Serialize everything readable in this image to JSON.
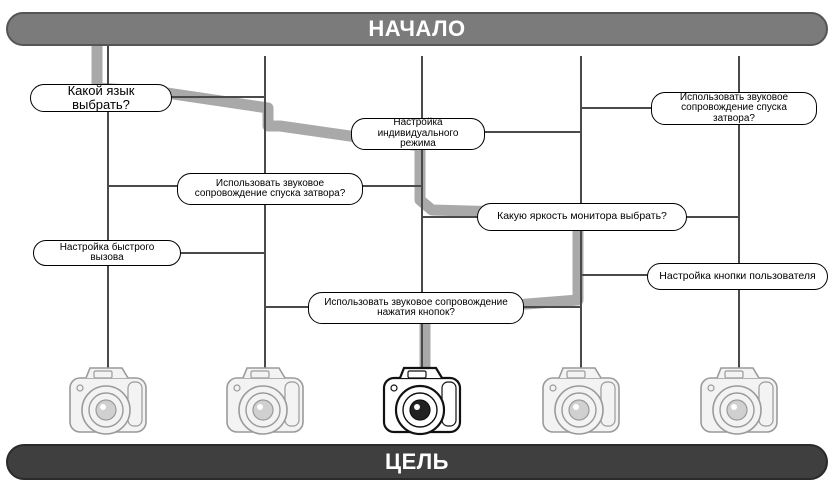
{
  "start_label": "НАЧАЛО",
  "goal_label": "ЦЕЛЬ",
  "questions": {
    "language": "Какой язык выбрать?",
    "custom_mode": "Настройка\nиндивидуального режима",
    "shutter_sound_right": "Использовать звуковое\nсопровождение спуска затвора?",
    "shutter_sound_left": "Использовать звуковое\nсопровождение спуска затвора?",
    "monitor_brightness": "Какую яркость монитора выбрать?",
    "quick_call": "Настройка быстрого вызова",
    "user_button": "Настройка кнопки пользователя",
    "button_sound": "Использовать звуковое сопровождение\nнажатия кнопок?"
  },
  "cameras": [
    {
      "name": "camera-1",
      "selected": false
    },
    {
      "name": "camera-2",
      "selected": false
    },
    {
      "name": "camera-3",
      "selected": true
    },
    {
      "name": "camera-4",
      "selected": false
    },
    {
      "name": "camera-5",
      "selected": false
    }
  ],
  "colors": {
    "path_highlight": "#a9a9a9",
    "start_bar": "#7b7b7b",
    "goal_bar": "#3f3f3f",
    "line": "#4a4a4a",
    "camera_faded": "#9a9a9a",
    "camera_selected": "#111111"
  }
}
